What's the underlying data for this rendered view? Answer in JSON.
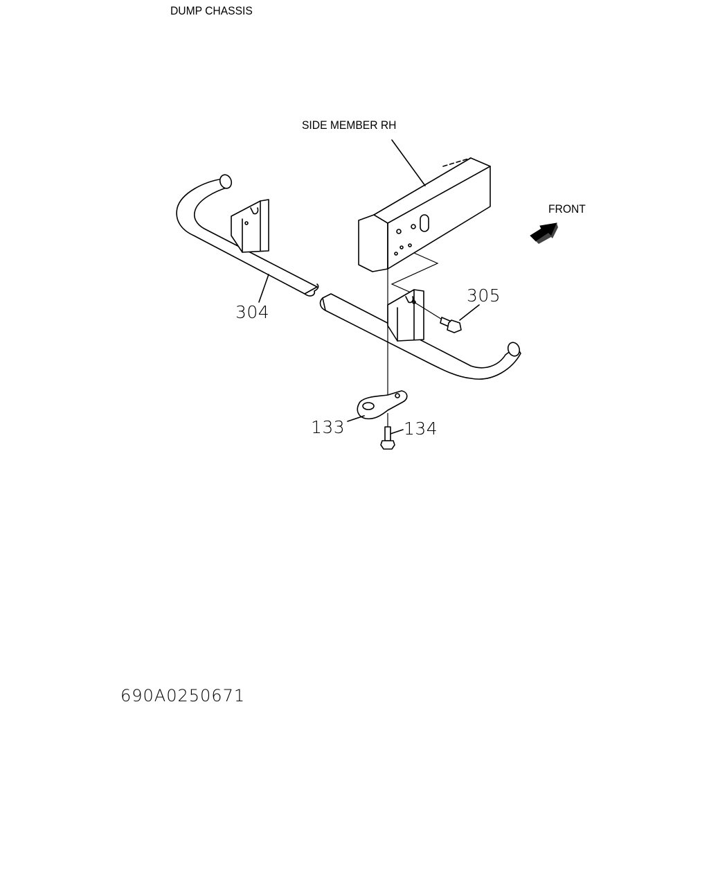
{
  "header": {
    "title": "DUMP CHASSIS"
  },
  "labels": {
    "side_member": "SIDE MEMBER RH",
    "front": "FRONT",
    "part_304": "304",
    "part_305": "305",
    "part_133": "133",
    "part_134": "134"
  },
  "footer": {
    "drawing_number": "690A0250671"
  },
  "icons": {
    "front_arrow": "front-direction-arrow-icon"
  }
}
